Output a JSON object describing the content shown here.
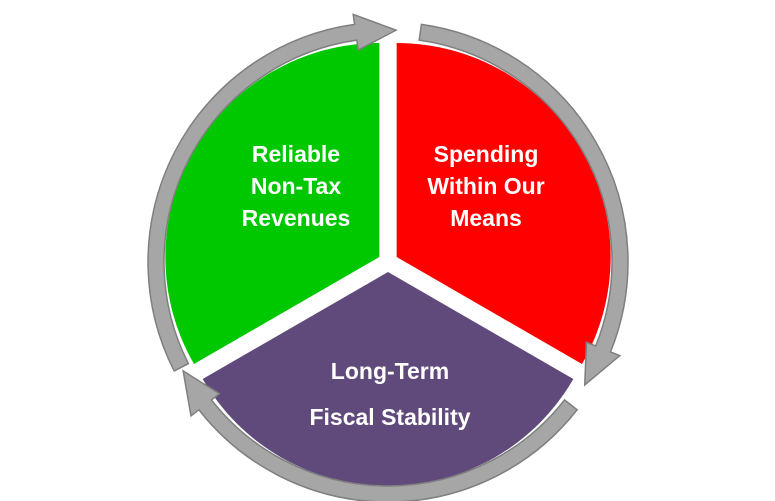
{
  "segments": [
    {
      "id": "green",
      "lines": [
        "Reliable",
        "Non-Tax",
        "Revenues"
      ],
      "color": "#00c800"
    },
    {
      "id": "red",
      "lines": [
        "Spending",
        "Within Our",
        "Means"
      ],
      "color": "#ff0000"
    },
    {
      "id": "purple",
      "lines": [
        "Long-Term",
        "Fiscal Stability"
      ],
      "color": "#604a7b"
    }
  ],
  "ring": {
    "fill": "#a6a6a6",
    "stroke": "#7f7f7f"
  }
}
